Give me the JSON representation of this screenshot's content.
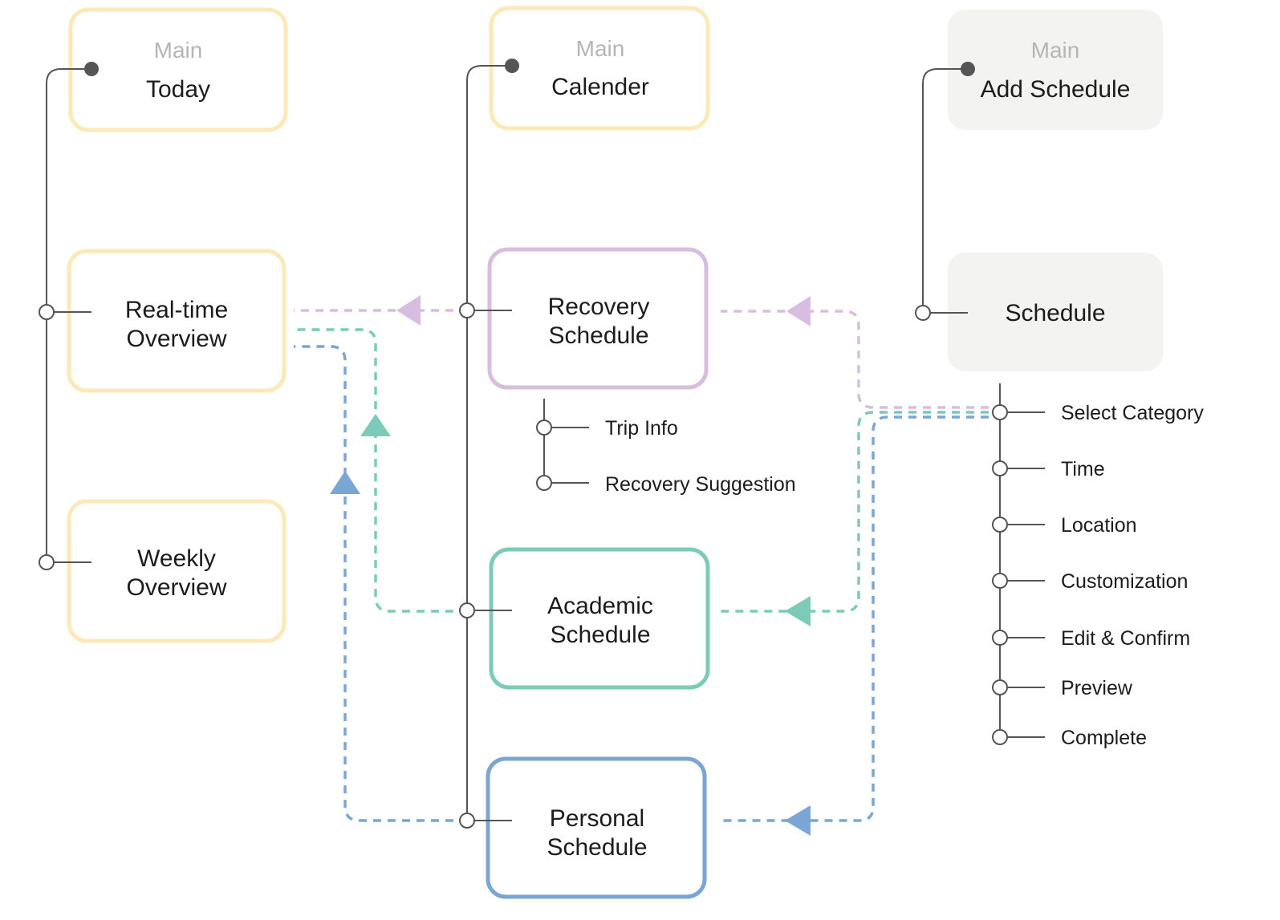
{
  "colors": {
    "yellow_box": "#fde9b8",
    "gray_box": "#f3f4f2",
    "purple": "#d8bde0",
    "teal": "#7ccbb9",
    "blue": "#7aa6d6",
    "line": "#555555"
  },
  "boxes": {
    "today": {
      "sub": "Main",
      "label": [
        "Today"
      ]
    },
    "calender": {
      "sub": "Main",
      "label": [
        "Calender"
      ]
    },
    "add_schedule": {
      "sub": "Main",
      "label": [
        "Add Schedule"
      ]
    },
    "realtime": {
      "label": [
        "Real-time",
        "Overview"
      ]
    },
    "weekly": {
      "label": [
        "Weekly",
        "Overview"
      ]
    },
    "recovery": {
      "label": [
        "Recovery",
        "Schedule"
      ]
    },
    "academic": {
      "label": [
        "Academic",
        "Schedule"
      ]
    },
    "personal": {
      "label": [
        "Personal",
        "Schedule"
      ]
    },
    "schedule": {
      "label": [
        "Schedule"
      ]
    }
  },
  "recovery_items": [
    "Trip Info",
    "Recovery Suggestion"
  ],
  "schedule_steps": [
    "Select Category",
    "Time",
    "Location",
    "Customization",
    "Edit & Confirm",
    "Preview",
    "Complete"
  ]
}
